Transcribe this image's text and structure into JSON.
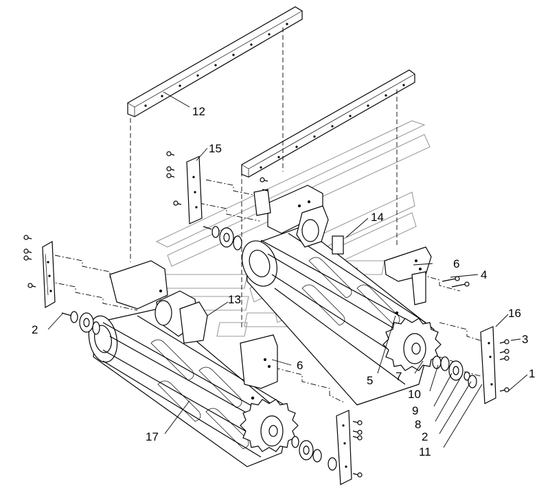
{
  "callouts": [
    {
      "id": "1",
      "text": "1"
    },
    {
      "id": "2a",
      "text": "2"
    },
    {
      "id": "2b",
      "text": "2"
    },
    {
      "id": "3",
      "text": "3"
    },
    {
      "id": "4",
      "text": "4"
    },
    {
      "id": "5",
      "text": "5"
    },
    {
      "id": "6a",
      "text": "6"
    },
    {
      "id": "6b",
      "text": "6"
    },
    {
      "id": "7",
      "text": "7"
    },
    {
      "id": "8",
      "text": "8"
    },
    {
      "id": "9",
      "text": "9"
    },
    {
      "id": "10",
      "text": "10"
    },
    {
      "id": "11",
      "text": "11"
    },
    {
      "id": "12",
      "text": "12"
    },
    {
      "id": "13",
      "text": "13"
    },
    {
      "id": "14",
      "text": "14"
    },
    {
      "id": "15",
      "text": "15"
    },
    {
      "id": "16",
      "text": "16"
    },
    {
      "id": "17",
      "text": "17"
    }
  ],
  "colors": {
    "line": "#000000",
    "watermark": "#9a9a9a",
    "background": "#ffffff"
  }
}
